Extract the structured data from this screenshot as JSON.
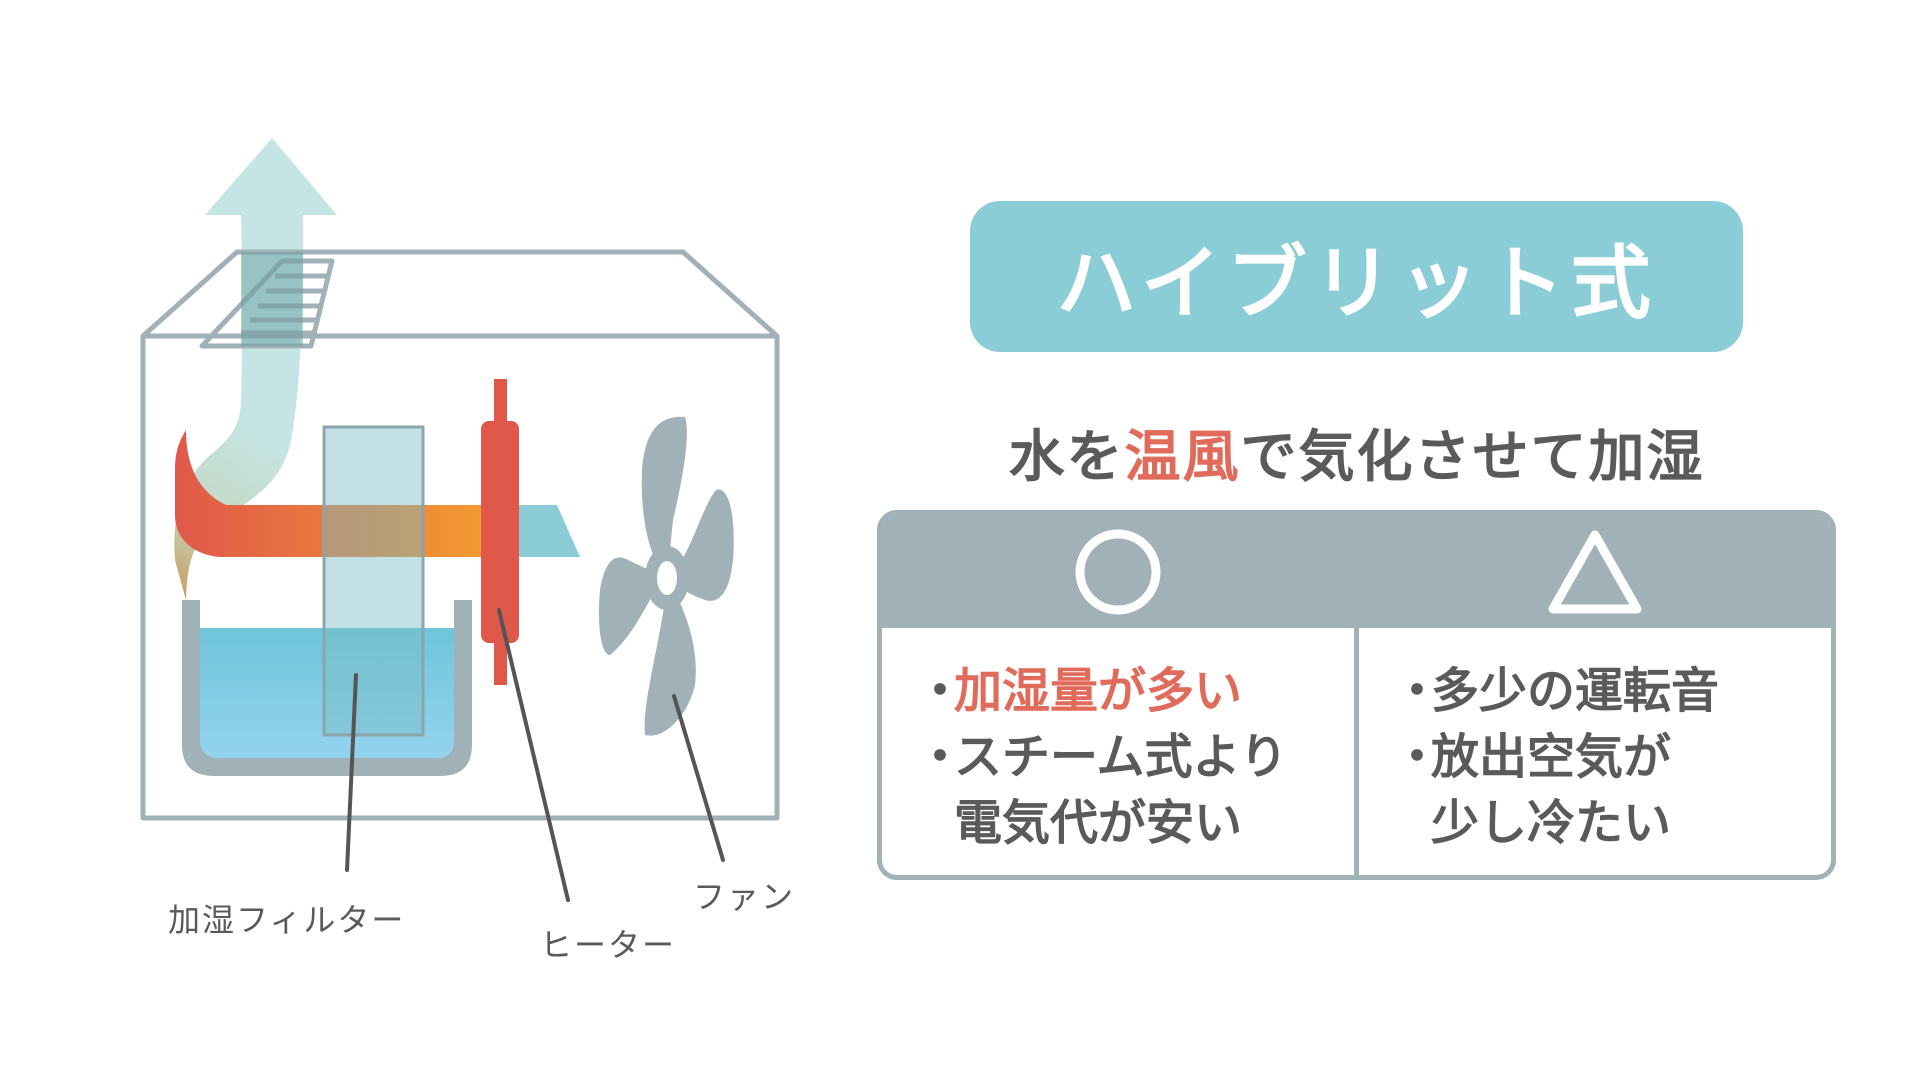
{
  "diagram": {
    "labels": {
      "filter": "加湿フィルター",
      "heater": "ヒーター",
      "fan": "ファン"
    },
    "colors": {
      "outline": "#a0b1b7",
      "heater": "#e0584a",
      "water": "#6ec5d9",
      "filter": "#c2e4e6",
      "warm_air_start": "#e0584a",
      "warm_air_end": "#f29a33",
      "cool_air": "#8bcdd6",
      "humid_air": "#c5e5e4"
    }
  },
  "title": {
    "text": "ハイブリット式",
    "bg_color": "#8bcdd6"
  },
  "subtitle": {
    "before": "水を",
    "highlight": "温風",
    "after": "で気化させて加湿",
    "highlight_color": "#e06b5a"
  },
  "comparison": {
    "pros": {
      "symbol": "circle-symbol",
      "items": [
        {
          "bullet": "・",
          "text": "加湿量が多い",
          "highlight": true
        },
        {
          "bullet": "・",
          "text": "スチーム式より",
          "highlight": false
        },
        {
          "bullet": "",
          "text": "電気代が安い",
          "highlight": false
        }
      ]
    },
    "cons": {
      "symbol": "triangle-symbol",
      "items": [
        {
          "bullet": "・",
          "text": "多少の運転音"
        },
        {
          "bullet": "・",
          "text": "放出空気が"
        },
        {
          "bullet": "",
          "text": "少し冷たい"
        }
      ]
    }
  }
}
